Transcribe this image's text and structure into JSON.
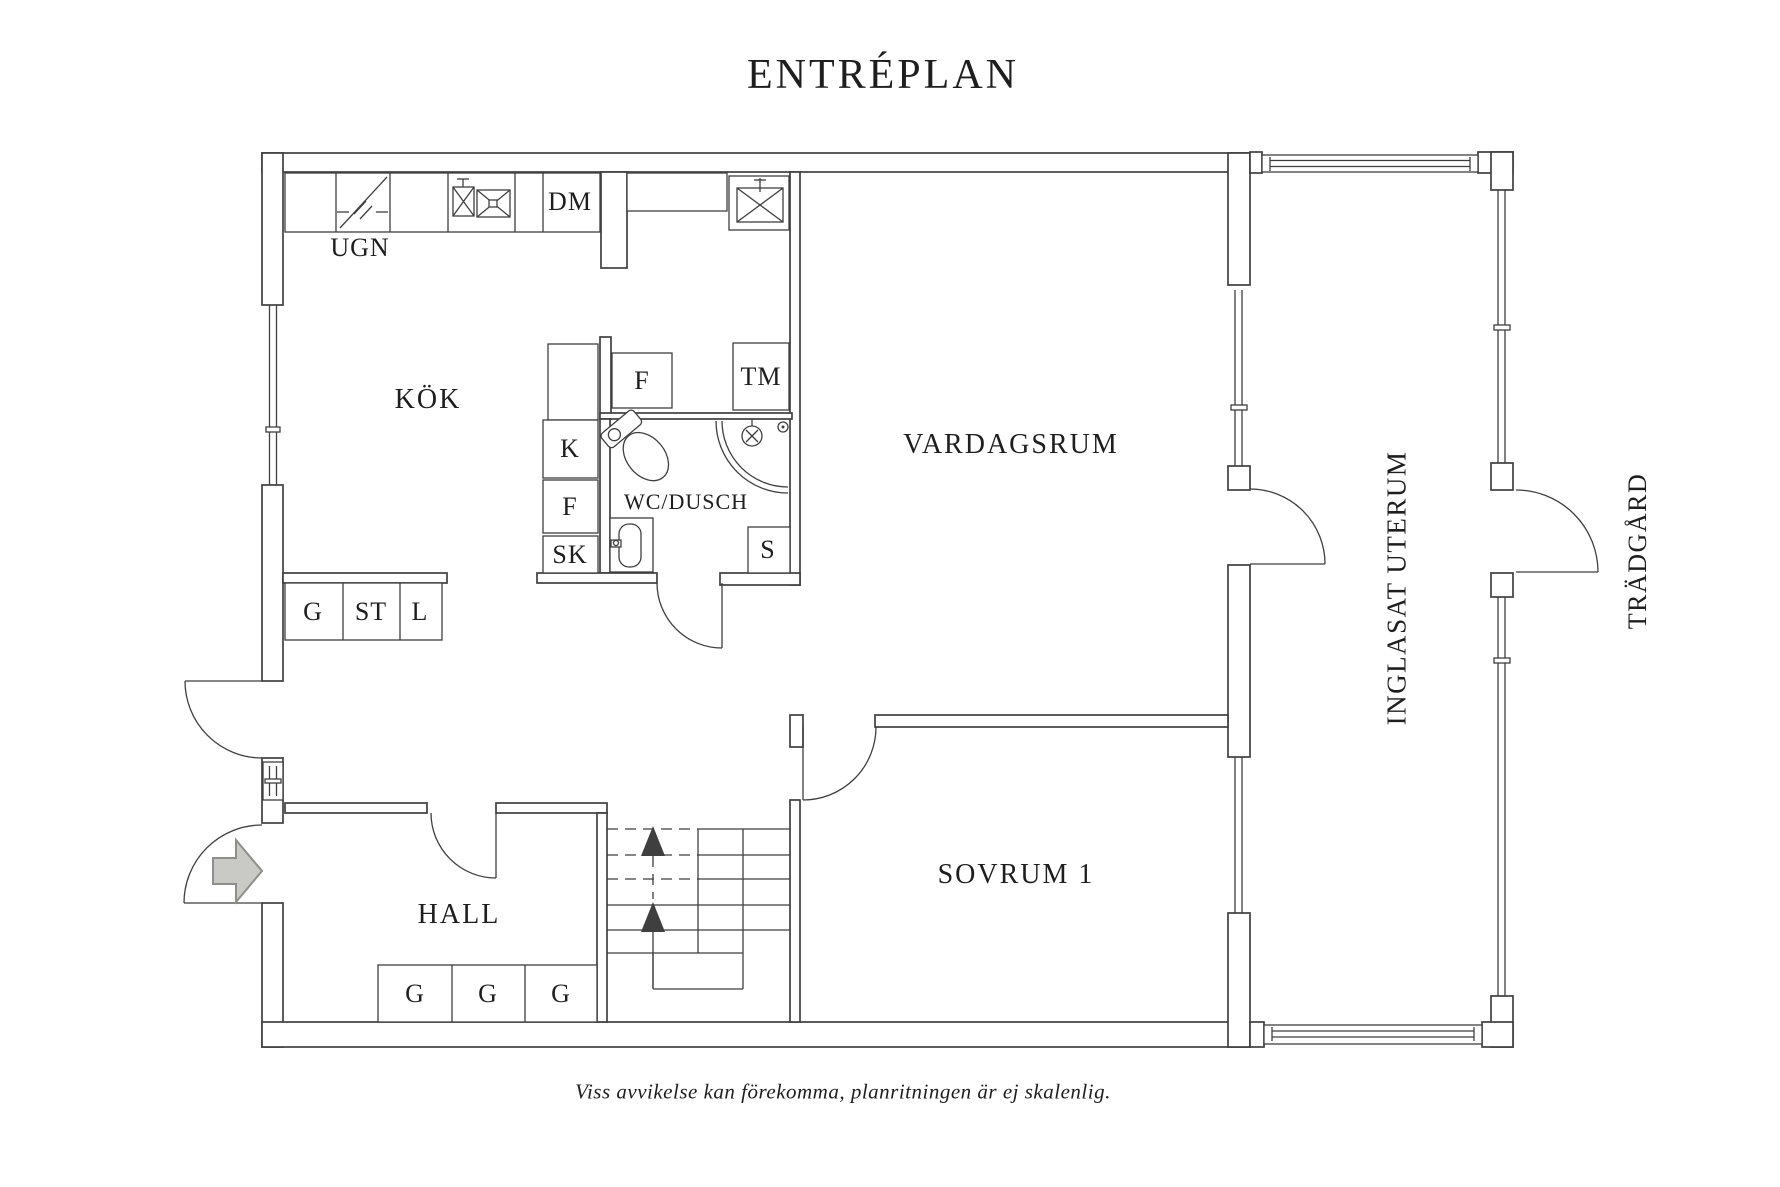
{
  "title": "ENTRÉPLAN",
  "rooms": {
    "kok": "KÖK",
    "vardagsrum": "VARDAGSRUM",
    "wc_dusch": "WC/DUSCH",
    "hall": "HALL",
    "sovrum": "SOVRUM 1",
    "uterum": "INGLASAT UTERUM",
    "tradgard": "TRÄDGÅRD"
  },
  "fixtures": {
    "ugn": "UGN",
    "dm": "DM",
    "f_1": "F",
    "tm": "TM",
    "k": "K",
    "f_2": "F",
    "sk": "SK",
    "s": "S",
    "g_1": "G",
    "st": "ST",
    "l": "L",
    "g_2": "G",
    "g_3": "G",
    "g_4": "G"
  },
  "footer": "Viss avvikelse kan förekomma, planritningen är ej skalenlig.",
  "icons": {
    "entry_arrow": "entry-arrow-icon",
    "stairs_up_arrow": "stairs-up-arrow-icon",
    "stove": "stove-icon",
    "kitchen_sink": "kitchen-sink-icon",
    "laundry_sink": "laundry-sink-icon",
    "toilet": "toilet-icon",
    "shower": "shower-icon",
    "washbasin": "washbasin-icon"
  },
  "colors": {
    "line": "#3f3f3f",
    "text": "#1e1e1e",
    "arrow_fill": "#c9c9c5",
    "arrow_stroke": "#8e8e8a",
    "background": "#ffffff"
  }
}
